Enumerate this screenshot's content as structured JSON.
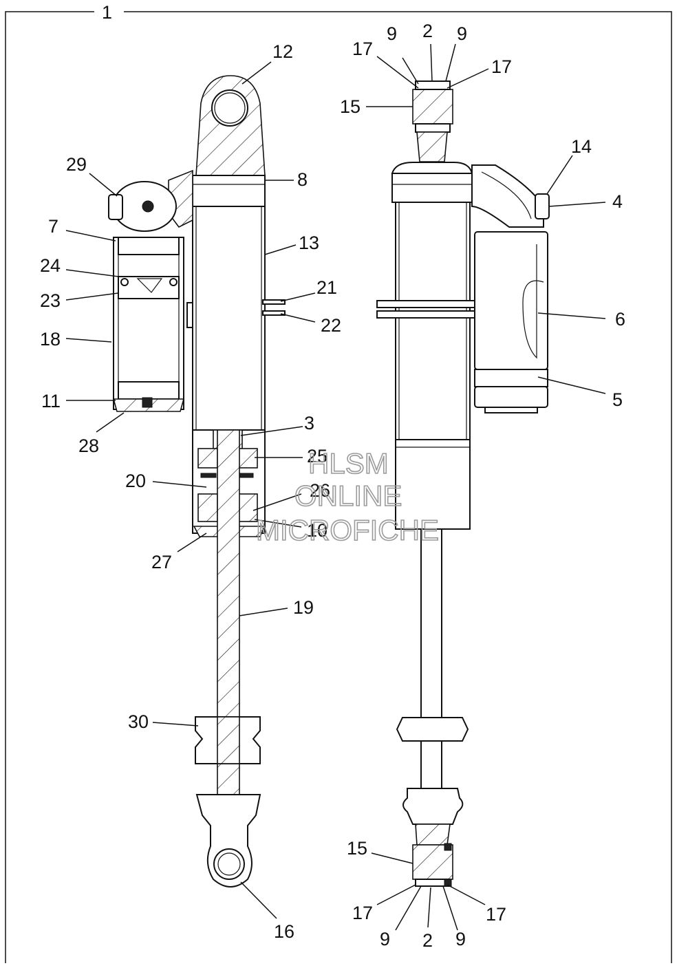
{
  "diagram": {
    "assembly_number": "1",
    "callouts": {
      "n2_top": "2",
      "n9_top_left": "9",
      "n9_top_right": "9",
      "n17_top_left": "17",
      "n17_top_right": "17",
      "n15_top": "15",
      "n12": "12",
      "n8": "8",
      "n29": "29",
      "n7": "7",
      "n13": "13",
      "n24": "24",
      "n23": "23",
      "n21": "21",
      "n22": "22",
      "n18": "18",
      "n11": "11",
      "n28": "28",
      "n3": "3",
      "n25": "25",
      "n20": "20",
      "n26": "26",
      "n10": "10",
      "n27": "27",
      "n19": "19",
      "n30": "30",
      "n16": "16",
      "n14": "14",
      "n4": "4",
      "n6": "6",
      "n5": "5",
      "n15_bottom": "15",
      "n17_bottom_left": "17",
      "n17_bottom_right": "17",
      "n9_bottom_left": "9",
      "n9_bottom_right": "9",
      "n2_bottom": "2"
    },
    "watermark": {
      "line1": "HLSM",
      "line2": "ONLINE",
      "line3": "MICROFICHE"
    }
  }
}
